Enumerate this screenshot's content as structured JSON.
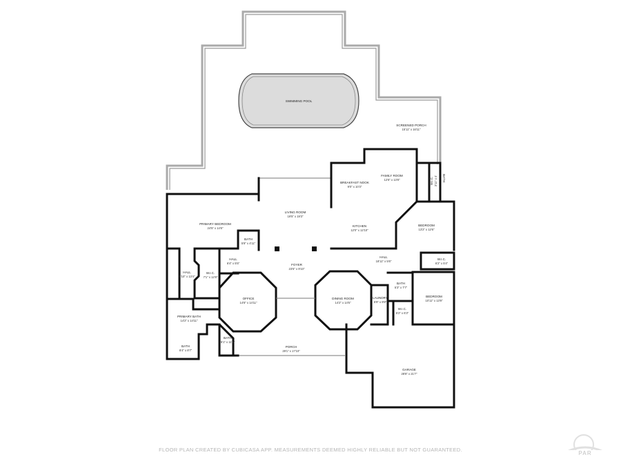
{
  "rooms": {
    "swimming_pool": {
      "name": "SWIMMING POOL"
    },
    "screened_porch": {
      "name": "SCREENED PORCH",
      "dims": "15'11\" x 16'11\""
    },
    "breakfast_nook": {
      "name": "BREAKFAST NOOK",
      "dims": "9'0\" x 10'3\""
    },
    "family_room": {
      "name": "FAMILY ROOM",
      "dims": "12'6\" x 13'8\""
    },
    "wic_top": {
      "name": "W.I.C.",
      "dims": "3'11\" x 4'"
    },
    "bath_top": {
      "name": "BATH"
    },
    "primary_bedroom": {
      "name": "PRIMARY BEDROOM",
      "dims": "24'5\" x 14'6\""
    },
    "living_room": {
      "name": "LIVING ROOM",
      "dims": "19'5\" x 19'3\""
    },
    "kitchen": {
      "name": "KITCHEN",
      "dims": "12'0\" x 12'10\""
    },
    "bedroom_1": {
      "name": "BEDROOM",
      "dims": "13'2\" x 12'6\""
    },
    "bath_1": {
      "name": "BATH",
      "dims": "5'8\" x 4'11\""
    },
    "hall_1": {
      "name": "HALL",
      "dims": "6'4\" x 5'5\""
    },
    "foyer": {
      "name": "FOYER",
      "dims": "23'5\" x 9'10\""
    },
    "hall_2": {
      "name": "HALL",
      "dims": "18'11\" x 5'6\""
    },
    "wic_1": {
      "name": "W.I.C.",
      "dims": "6'2\" x 5'4\""
    },
    "hall_3": {
      "name": "HALL",
      "dims": "5'10\" x 13'4\""
    },
    "wic_2": {
      "name": "W.I.C.",
      "dims": "7'1\" x 12'8\""
    },
    "bath_2": {
      "name": "BATH",
      "dims": "5'3\" x 7'7\""
    },
    "office": {
      "name": "OFFICE",
      "dims": "14'6\" x 14'11\""
    },
    "dining_room": {
      "name": "DINING ROOM",
      "dims": "14'2\" x 14'5\""
    },
    "laundry": {
      "name": "LAUNDRY",
      "dims": "5'9\" x 9'8\""
    },
    "bedroom_2": {
      "name": "BEDROOM",
      "dims": "10'11\" x 13'9\""
    },
    "wic_3": {
      "name": "W.I.C.",
      "dims": "5'2\" x 6'3\""
    },
    "primary_bath": {
      "name": "PRIMARY BATH",
      "dims": "14'2\" x 14'11\""
    },
    "bath_3": {
      "name": "BATH",
      "dims": "5'1\" x 11'5\""
    },
    "bath_4": {
      "name": "BATH",
      "dims": "8'4\" x 8'7\""
    },
    "porch": {
      "name": "PORCH",
      "dims": "29'1\" x 17'10\""
    },
    "garage": {
      "name": "GARAGE",
      "dims": "28'8\" x 21'7\""
    }
  },
  "footer": "FLOOR PLAN CREATED BY CUBICASA APP. MEASUREMENTS DEEMED HIGHLY RELIABLE BUT NOT GUARANTEED.",
  "colors": {
    "wall": "#111111",
    "pool_fill": "#dcdcdc",
    "footer_text": "#b5b5b5",
    "background": "#ffffff"
  }
}
